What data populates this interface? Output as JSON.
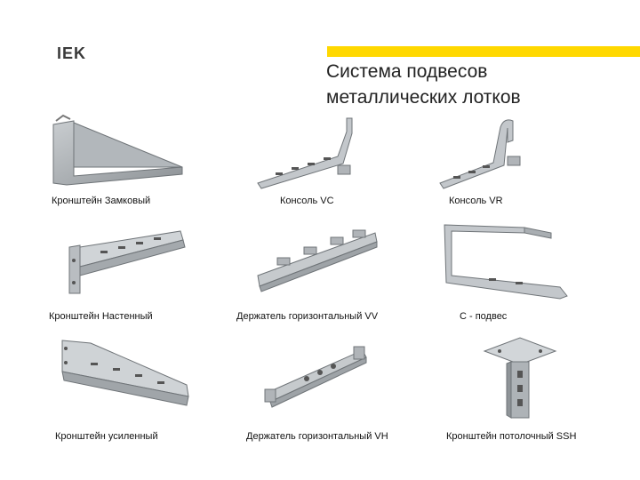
{
  "header": {
    "logo_text": "IEK",
    "title_line1": "Система подвесов",
    "title_line2": "металлических лотков",
    "accent_color": "#ffd800"
  },
  "products": [
    {
      "name": "Кронштейн Замковый"
    },
    {
      "name": "Консоль VC"
    },
    {
      "name": "Консоль VR"
    },
    {
      "name": "Кронштейн Настенный"
    },
    {
      "name": "Держатель горизонтальный VV"
    },
    {
      "name": "С - подвес"
    },
    {
      "name": "Кронштейн усиленный"
    },
    {
      "name": "Держатель горизонтальный VH"
    },
    {
      "name": "Кронштейн потолочный SSH"
    }
  ]
}
